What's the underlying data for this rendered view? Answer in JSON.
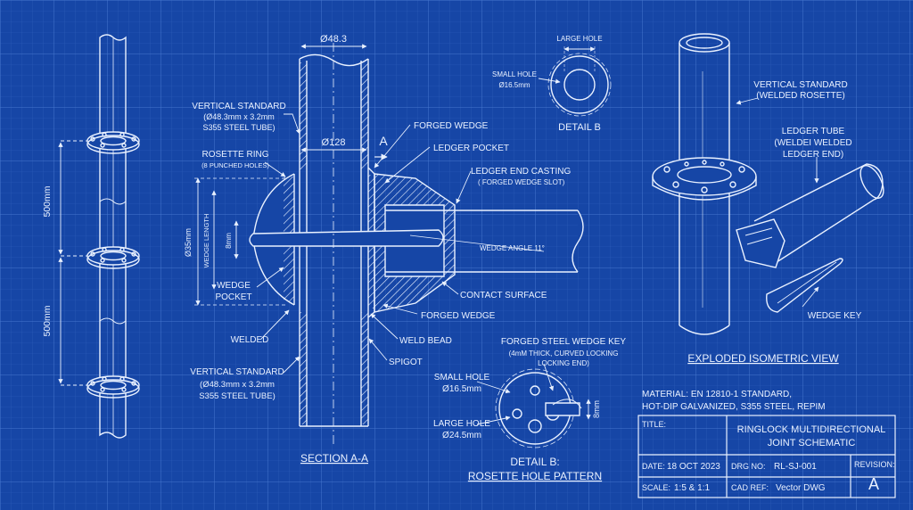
{
  "colors": {
    "background": "#1646a6",
    "line": "#e9f1ff",
    "grid": "#3b6cc4"
  },
  "left_elevation": {
    "dim_upper": "500mm",
    "dim_lower": "500mm"
  },
  "section": {
    "tube_diameter": "Ø48.3",
    "ring_diameter": "Ø128",
    "section_marker": "A",
    "label_vertical_top": [
      "VERTICAL STANDARD",
      "(Ø48.3mm x 3.2mm",
      "S355 STEEL TUBE)"
    ],
    "label_rosette_ring": "ROSETTE RING",
    "label_rosette_sub": "(8 PUNCHED HOLES)",
    "label_wedge_length": "WEDGE LENGTH",
    "label_d35": "Ø35mm",
    "label_8mm": "8mm",
    "label_wedge_pocket": [
      "WEDGE",
      "POCKET"
    ],
    "label_welded": "WELDED",
    "label_vertical_bottom": [
      "VERTICAL STANDARD",
      "(Ø48.3mm x 3.2mm",
      "S355 STEEL TUBE)"
    ],
    "label_forged_wedge_top": "FORGED WEDGE",
    "label_ledger_pocket": "LEDGER POCKET",
    "label_ledger_casting": "LEDGER END CASTING",
    "label_ledger_casting_sub": "( FORGED WEDGE SLOT)",
    "label_wedge_angle": "WEDGE ANGLE 11°",
    "label_contact": "CONTACT SURFACE",
    "label_forged_wedge_bottom": "FORGED WEDGE",
    "label_weld_bead": "WELD BEAD",
    "label_spigot": "SPIGOT",
    "title": "SECTION A-A"
  },
  "detail_b_top": {
    "large_hole": "LARGE HOLE",
    "small_hole": "SMALL HOLE",
    "small_hole_dim": "Ø16.5mm",
    "title": "DETAIL B"
  },
  "detail_b_bottom": {
    "key_label": [
      "FORGED STEEL WEDGE KEY",
      "(4mM THICK, CURVED LOCKING",
      "LOCKING END)"
    ],
    "small_hole": "SMALL HOLE",
    "small_hole_dim": "Ø16.5mm",
    "large_hole": "LARGE HOLE",
    "large_hole_dim": "Ø24.5mm",
    "dim_8mm": "8mm",
    "title_line1": "DETAIL B:",
    "title_line2": "ROSETTE HOLE PATTERN"
  },
  "isometric": {
    "label_standard": [
      "VERTICAL STANDARD",
      "(WELDED ROSETTE)"
    ],
    "label_ledger": [
      "LEDGER TUBE",
      "(WELDEI WELDED",
      "LEDGER END)"
    ],
    "label_wedge_key": "WEDGE KEY",
    "title": "EXPLODED ISOMETRIC VIEW"
  },
  "material": [
    "MATERIAL: EN 12810-1 STANDARD,",
    "HOT-DIP GALVANIZED, S355 STEEL, REPIM"
  ],
  "title_block": {
    "title_label": "TITLE:",
    "title_value": [
      "RINGLOCK MULTIDIRECTIONAL",
      "JOINT SCHEMATIC"
    ],
    "date_label": "DATE:",
    "date_value": "18 OCT 2023",
    "drg_label": "DRG NO:",
    "drg_value": "RL-SJ-001",
    "revision_label": "REVISION:",
    "revision_value": "A",
    "scale_label": "SCALE:",
    "scale_value": "1:5 & 1:1",
    "cad_label": "CAD REF:",
    "cad_value": "Vector DWG"
  }
}
